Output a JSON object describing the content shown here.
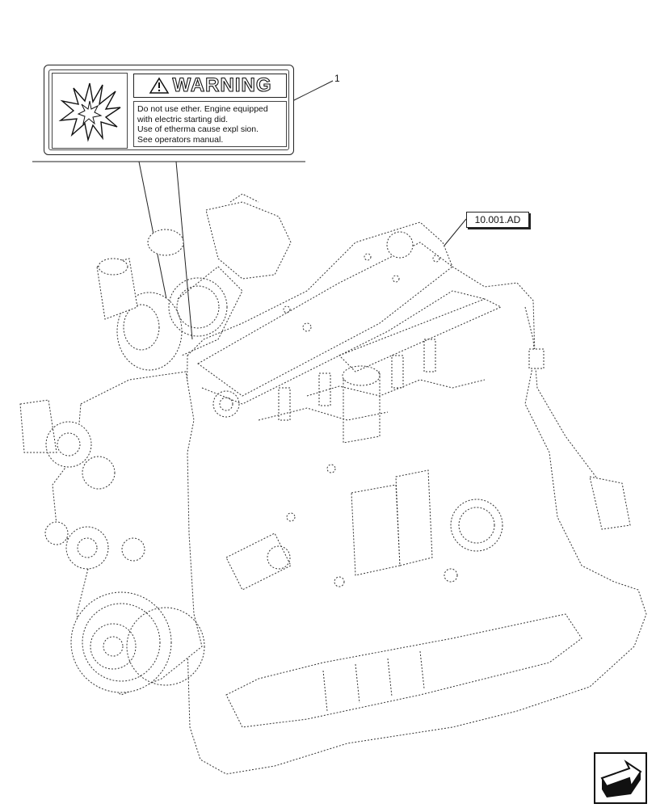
{
  "decal": {
    "heading": "WARNING",
    "lines": [
      "Do not use ether. Engine equipped",
      "with electric starting did.",
      "Use of etherma  cause expl  sion.",
      "See operators manual."
    ]
  },
  "callouts": {
    "item_1": "1",
    "reference": "10.001.AD"
  },
  "icons": {
    "explosion": "explosion-icon",
    "warning_triangle": "warning-triangle-icon",
    "navigation": "next-page-arrow-icon"
  }
}
